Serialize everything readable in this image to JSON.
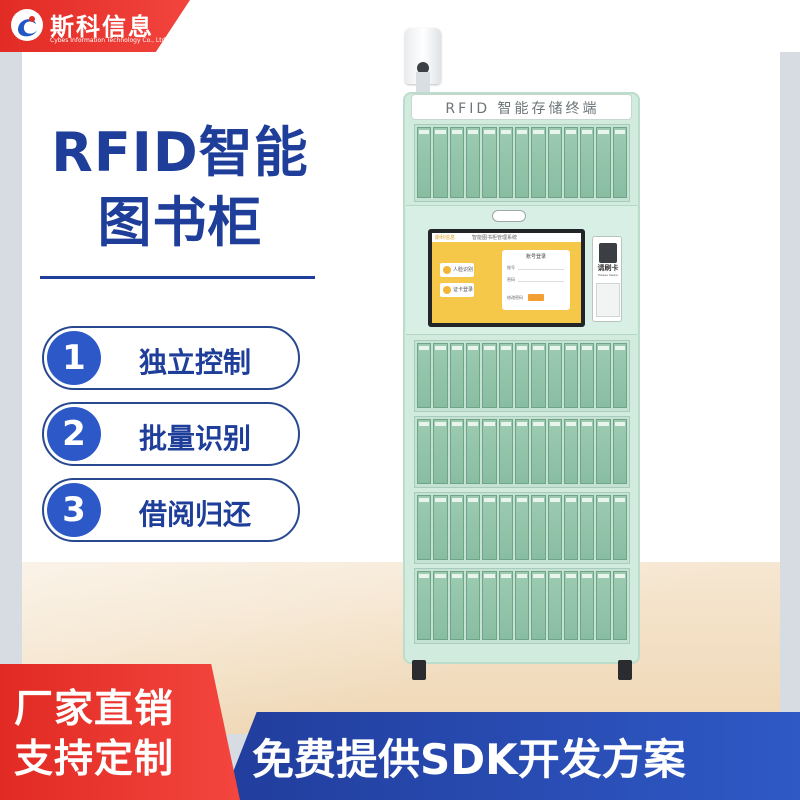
{
  "brand": {
    "name": "斯科信息",
    "subtitle": "Cybes Information Technology Co., Ltd.",
    "logo_icon": "swirl-logo-icon"
  },
  "headline": {
    "line1": "RFID智能",
    "line2": "图书柜"
  },
  "features": [
    {
      "number": "1",
      "label": "独立控制"
    },
    {
      "number": "2",
      "label": "批量识别"
    },
    {
      "number": "3",
      "label": "借阅归还"
    }
  ],
  "promo": {
    "left_line1": "厂家直销",
    "left_line2": "支持定制",
    "right": "免费提供SDK开发方案"
  },
  "cabinet": {
    "sign": "RFID 智能存储终端",
    "screen": {
      "brand": "斯科信息",
      "title": "智能图书柜管理系统",
      "button1": "人脸识别",
      "button2": "证卡登录",
      "login_title": "账号登录",
      "login_user": "账号",
      "login_pass": "密码",
      "login_forgot": "修改密码"
    },
    "reader": {
      "label": "请刷卡",
      "sub": "Please Swipe"
    }
  },
  "colors": {
    "brand_red": "#e22b25",
    "brand_blue": "#1e3e9a",
    "cabinet_green": "#d1ecdf"
  }
}
